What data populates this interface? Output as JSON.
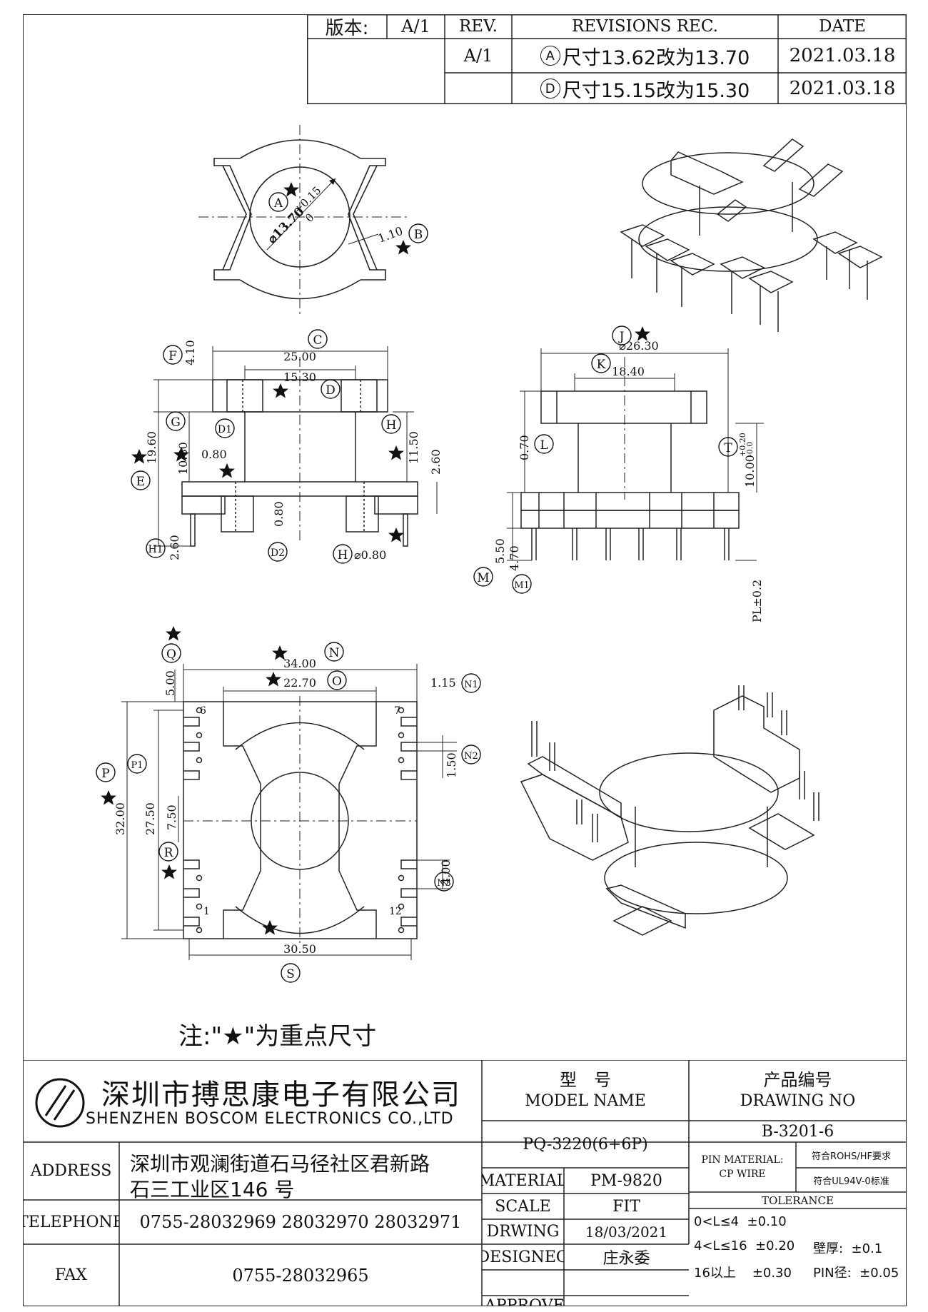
{
  "revision_table": {
    "version_label": "版本:",
    "version_value": "A/1",
    "rev_label": "REV.",
    "records_label": "REVISIONS REC.",
    "date_label": "DATE",
    "rows": [
      {
        "rev": "A/1",
        "mark": "A",
        "text": "尺寸13.62改为13.70",
        "date": "2021.03.18"
      },
      {
        "rev": "",
        "mark": "D",
        "text": "尺寸15.15改为15.30",
        "date": "2021.03.18"
      }
    ]
  },
  "drawing": {
    "top_view": {
      "label_a": "A",
      "label_b": "B",
      "diameter": "⌀13.70",
      "tol_upper": "+0.15",
      "tol_lower": "0",
      "gap": "1.10"
    },
    "front_view": {
      "C": "C",
      "C_value": "25.00",
      "D": "D",
      "D_value": "15.30",
      "F": "F",
      "F_value": "4.10",
      "G": "G",
      "D1": "D1",
      "H": "H",
      "H_value": "11.50",
      "E": "E",
      "E_value": "19.60",
      "inner_height": "10.80",
      "wall": "0.80",
      "flange": "2.60",
      "H1": "H1",
      "H1_value": "2.60",
      "D2": "D2",
      "D2_value": "0.80",
      "pin_label": "H",
      "pin_diameter": "⌀0.80"
    },
    "side_view": {
      "J": "J",
      "J_value": "⌀26.30",
      "K": "K",
      "K_value": "18.40",
      "L": "L",
      "L_value": "0.70",
      "T": "T",
      "T_value": "10.00",
      "T_tol_upper": "+0.20",
      "T_tol_lower": "-0.0",
      "M": "M",
      "M_value": "5.50",
      "M1": "M1",
      "M1_value": "4.70",
      "pin_length": "PL±0.2"
    },
    "bottom_view": {
      "N": "N",
      "N_value": "34.00",
      "Q": "Q",
      "Q_value": "5.00",
      "O": "O",
      "O_value": "22.70",
      "N1": "N1",
      "N1_value": "1.15",
      "N2": "N2",
      "N2_value": "1.50",
      "P": "P",
      "P_value": "32.00",
      "P1": "P1",
      "P1_value": "27.50",
      "R": "R",
      "R_value": "7.50",
      "N3": "N3",
      "N3_value": "4.00",
      "S": "S",
      "S_value": "30.50",
      "pin_6": "6",
      "pin_7": "7",
      "pin_1": "1",
      "pin_12": "12"
    },
    "note": "注:\"★\"为重点尺寸"
  },
  "title_block": {
    "company_cn": "深圳市搏思康电子有限公司",
    "company_en": "SHENZHEN BOSCOM ELECTRONICS CO.,LTD",
    "model_label_cn": "型　号",
    "model_label_en": "MODEL NAME",
    "drawing_no_label_cn": "产品编号",
    "drawing_no_label_en": "DRAWING NO",
    "model_value": "PQ-3220(6+6P)",
    "drawing_no_value": "B-3201-6",
    "address_label": "ADDRESS",
    "address_line1": "深圳市观澜街道石马径社区君新路",
    "address_line2": "石三工业区146 号",
    "telephone_label": "TELEPHONE",
    "telephone_value": "0755-28032969 28032970 28032971",
    "fax_label": "FAX",
    "fax_value": "0755-28032965",
    "material_label": "MATERIAL",
    "material_value": "PM-9820",
    "scale_label": "SCALE",
    "scale_value": "FIT",
    "drawing_label": "DRWING",
    "drawing_value": "18/03/2021",
    "designer_label": "DESIGNEG",
    "designer_value": "庄永委",
    "approved_label": "APPROVED",
    "pin_material_label": "PIN MATERIAL:",
    "pin_material_value": "CP WIRE",
    "rohs": "符合ROHS/HF要求",
    "ul": "符合UL94V-0标准",
    "tolerance_label": "TOLERANCE",
    "tol_row1": "0<L≤4  ±0.10",
    "tol_row2": "4<L≤16  ±0.20",
    "tol_row3": "16以上    ±0.30",
    "wall_label": "壁厚:",
    "wall_value": "±0.1",
    "pin_label": "PIN径:",
    "pin_value": "±0.05"
  }
}
